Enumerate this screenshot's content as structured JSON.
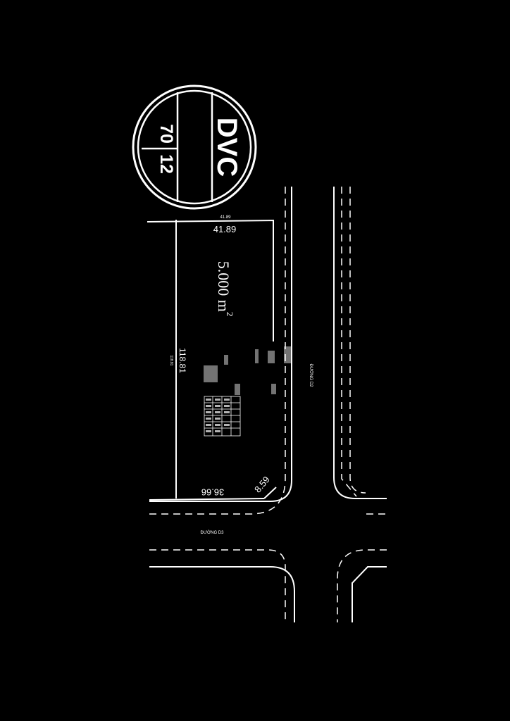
{
  "colors": {
    "background": "#000000",
    "lines": "#ffffff",
    "overlay": "#ffffff"
  },
  "badge": {
    "code": "DVC",
    "number_left": "70",
    "number_right": "12"
  },
  "lot": {
    "area_value": "5.000 m",
    "area_unit_exp": "2",
    "dims": {
      "top_small": "41.89",
      "top": "41.89",
      "left": "118.81",
      "left_small": "118.81",
      "bottom": "36.66",
      "corner": "8.59"
    }
  },
  "roads": {
    "vertical": "ĐƯỜNG D2",
    "horizontal": "ĐƯỜNG D3"
  }
}
